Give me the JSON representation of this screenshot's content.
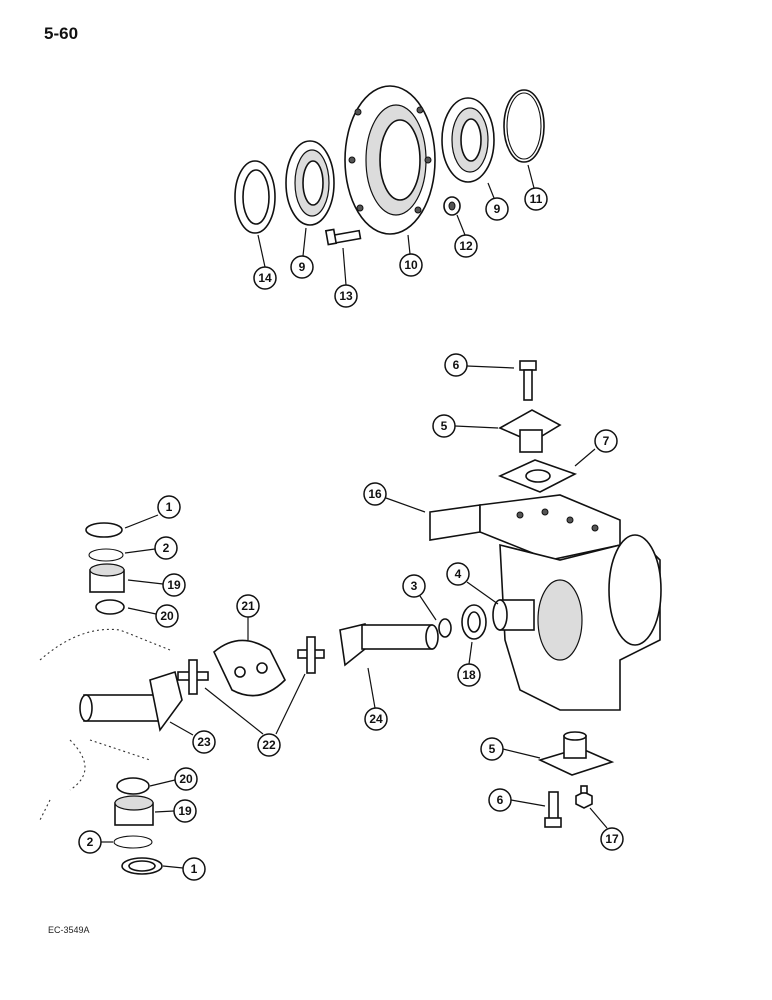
{
  "page_number": "5-60",
  "figure_code": "EC-3549A",
  "callouts": [
    {
      "id": "c14",
      "label": "14"
    },
    {
      "id": "c9a",
      "label": "9"
    },
    {
      "id": "c13",
      "label": "13"
    },
    {
      "id": "c10",
      "label": "10"
    },
    {
      "id": "c12",
      "label": "12"
    },
    {
      "id": "c9b",
      "label": "9"
    },
    {
      "id": "c11",
      "label": "11"
    },
    {
      "id": "c6a",
      "label": "6"
    },
    {
      "id": "c5a",
      "label": "5"
    },
    {
      "id": "c7",
      "label": "7"
    },
    {
      "id": "c16",
      "label": "16"
    },
    {
      "id": "c1a",
      "label": "1"
    },
    {
      "id": "c2a",
      "label": "2"
    },
    {
      "id": "c19a",
      "label": "19"
    },
    {
      "id": "c20a",
      "label": "20"
    },
    {
      "id": "c21",
      "label": "21"
    },
    {
      "id": "c3",
      "label": "3"
    },
    {
      "id": "c4",
      "label": "4"
    },
    {
      "id": "c18",
      "label": "18"
    },
    {
      "id": "c24",
      "label": "24"
    },
    {
      "id": "c22",
      "label": "22"
    },
    {
      "id": "c23",
      "label": "23"
    },
    {
      "id": "c5b",
      "label": "5"
    },
    {
      "id": "c20b",
      "label": "20"
    },
    {
      "id": "c19b",
      "label": "19"
    },
    {
      "id": "c6b",
      "label": "6"
    },
    {
      "id": "c17",
      "label": "17"
    },
    {
      "id": "c2b",
      "label": "2"
    },
    {
      "id": "c1b",
      "label": "1"
    }
  ]
}
